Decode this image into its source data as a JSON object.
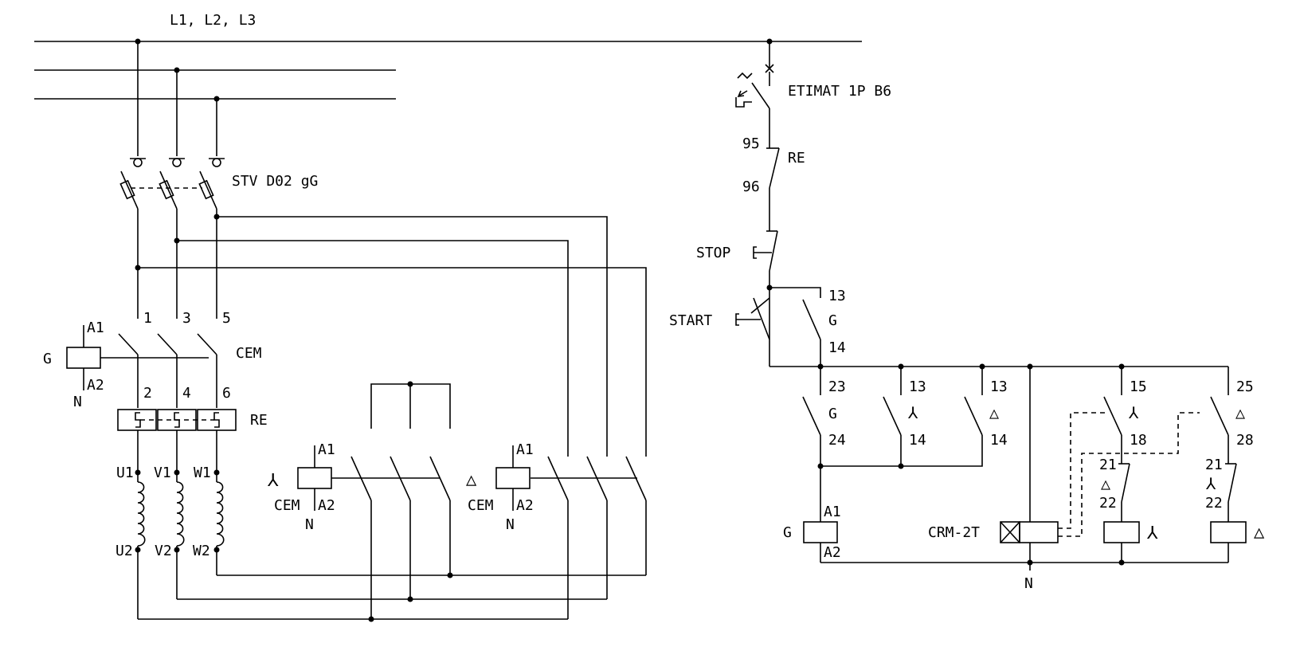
{
  "labels": {
    "bus": "L1, L2, L3",
    "fuses": "STV D02 gG",
    "breaker": "ETIMAT 1P B6",
    "rc1": "95",
    "rc2": "96",
    "rc_name": "RE",
    "stop": "STOP",
    "start": "START",
    "g13": "13",
    "g_lbl": "G",
    "g14": "14",
    "main_coil": "G",
    "a1": "A1",
    "a2": "A2",
    "n": "N",
    "t1": "1",
    "t3": "3",
    "t5": "5",
    "t2": "2",
    "t4": "4",
    "t6": "6",
    "cem": "CEM",
    "relay": "RE",
    "u1": "U1",
    "v1": "V1",
    "w1": "W1",
    "u2": "U2",
    "v2": "V2",
    "w2": "W2",
    "star_sym": "⅄",
    "delta_sym": "△",
    "aux23": "23",
    "aux24": "24",
    "s13": "13",
    "s14": "14",
    "d13": "13",
    "d14": "14",
    "tm15": "15",
    "tm18": "18",
    "tm25": "25",
    "tm28": "28",
    "n21": "21",
    "n22": "22",
    "timer": "CRM-2T"
  }
}
